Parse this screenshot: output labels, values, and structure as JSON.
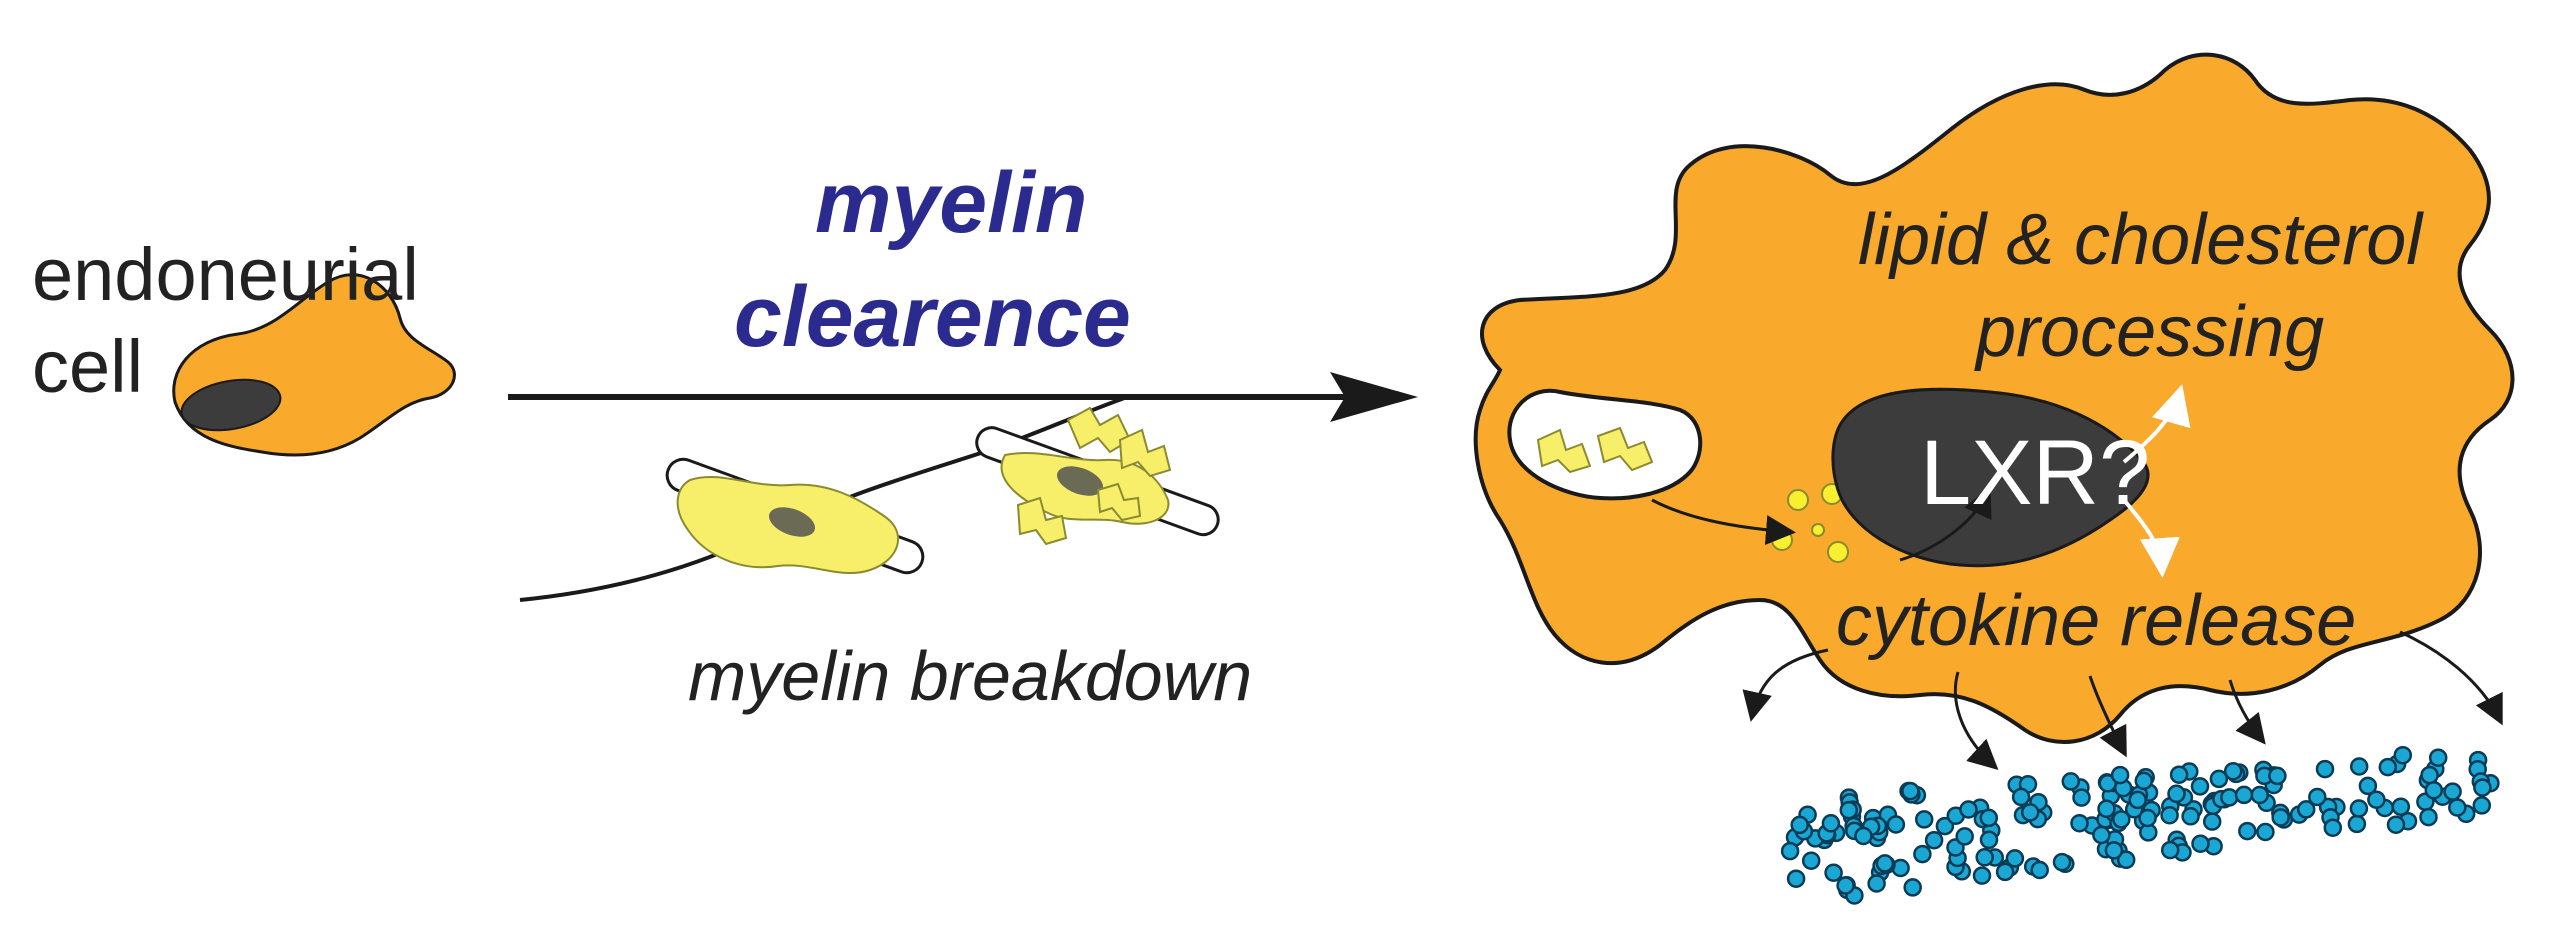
{
  "labels": {
    "endoneurial_line1": "endoneurial",
    "endoneurial_line2": "cell",
    "clearance_line1": "myelin",
    "clearance_line2": "clearence",
    "breakdown": "myelin breakdown",
    "lipid_line1": "lipid & cholesterol",
    "lipid_line2": "processing",
    "lxr": "LXR?",
    "cytokine": "cytokine release"
  },
  "colors": {
    "cell_fill": "#f9a92b",
    "nucleus_fill": "#3c3c3c",
    "myelin_fill": "#f7ef6a",
    "title_blue": "#2b2b8f",
    "cytokine_fill": "#1aa7d4",
    "outline": "#1a1a1a"
  }
}
